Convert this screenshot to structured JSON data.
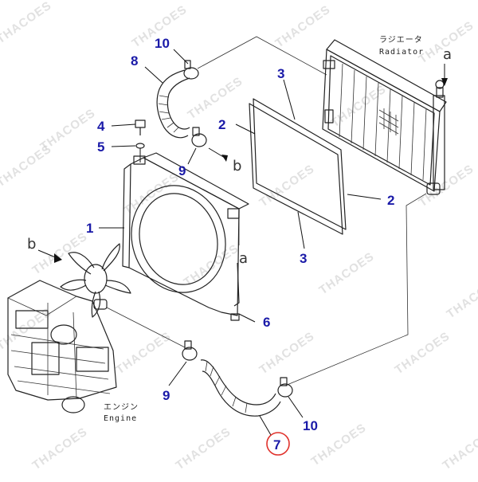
{
  "labels": {
    "radiator_jp": "ラジエータ",
    "radiator_en": "Radiator",
    "engine_jp": "エンジン",
    "engine_en": "Engine",
    "ref_a_top": "a",
    "ref_a_mid": "a",
    "ref_b_top": "b",
    "ref_b_left": "b"
  },
  "callouts": {
    "c10_top": "10",
    "c8": "8",
    "c3_top": "3",
    "c2_top": "2",
    "c4": "4",
    "c5": "5",
    "c9_top": "9",
    "c1": "1",
    "c2_right": "2",
    "c3_bottom": "3",
    "c6": "6",
    "c9_bottom": "9",
    "c10_bottom": "10",
    "c7": "7"
  },
  "watermark": "THACOES",
  "highlight": {
    "circled_part": "7",
    "circle_color": "#e0312b"
  },
  "colors": {
    "callout": "#1a1aa8",
    "line": "#222222"
  }
}
